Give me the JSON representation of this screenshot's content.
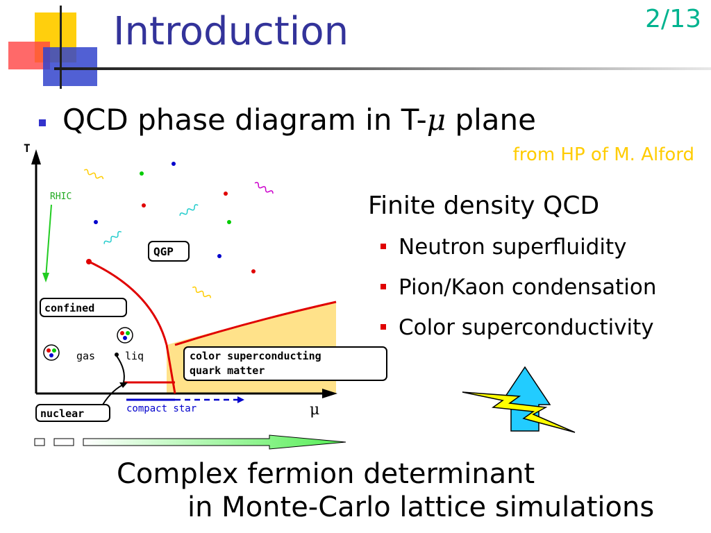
{
  "slide": {
    "title": "Introduction",
    "page_number": "2/13",
    "bullet_text": "QCD phase diagram in T-",
    "bullet_symbol": "μ",
    "bullet_suffix": " plane",
    "credit": "from HP of M. Alford",
    "finite_density_heading": "Finite density QCD",
    "sub_bullets": [
      "Neutron superfluidity",
      "Pion/Kaon condensation",
      "Color superconductivity"
    ],
    "complex_line1": "Complex fermion determinant",
    "complex_line2": "in Monte-Carlo lattice simulations"
  },
  "diagram": {
    "axis_y_label": "T",
    "axis_x_label": "μ",
    "rhic_label": "RHIC",
    "qgp_label": "QGP",
    "confined_label": "confined",
    "gas_label": "gas",
    "liq_label": "liq",
    "cs_label_line1": "color superconducting",
    "cs_label_line2": "quark matter",
    "nuclear_label": "nuclear",
    "compact_star_label": "compact star"
  },
  "colors": {
    "title": "#33339a",
    "page_number": "#00b38f",
    "credit": "#ffcc00",
    "main_bullet": "#3333cc",
    "sub_bullet": "#e00000",
    "phase_boundary": "#e00000",
    "cs_region": "#ffe28a",
    "compact_star": "#0000cc",
    "bolt": "#ffff00",
    "up_arrow": "#22ccff",
    "progress_arrow": "#66ee66"
  },
  "icons": {
    "bolt": "lightning-bolt-icon",
    "arrow": "up-arrow-icon",
    "bullet": "square-bullet-icon"
  }
}
